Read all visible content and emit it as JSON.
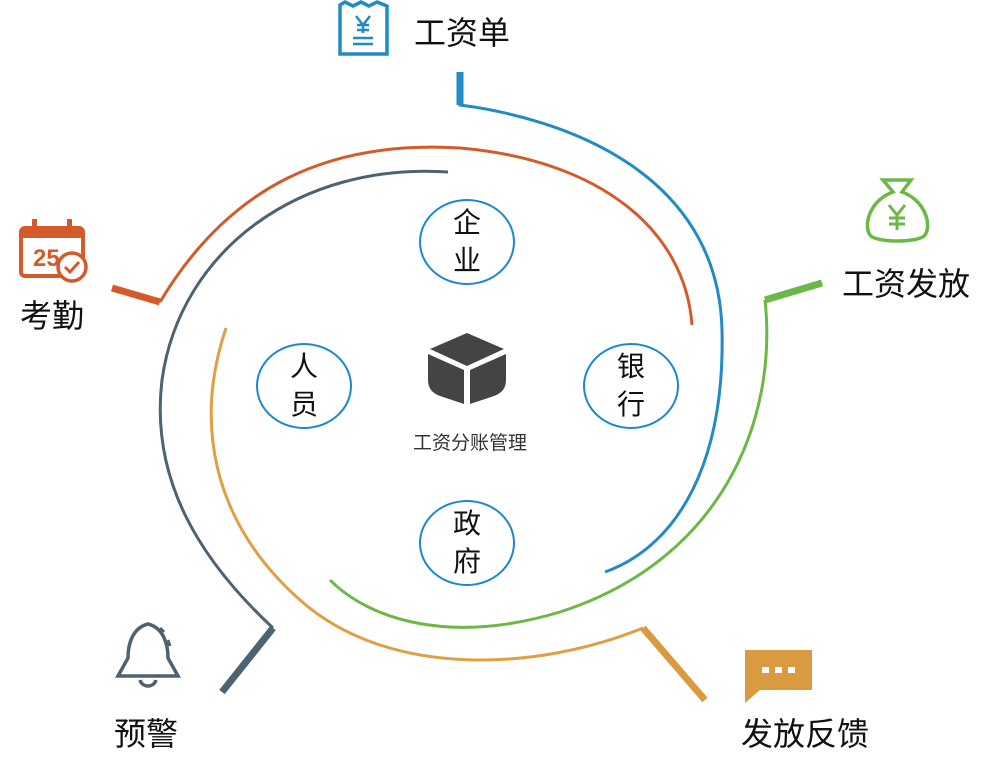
{
  "center": {
    "title": "工资分账管理",
    "icon": "cube-icon"
  },
  "nodes": [
    {
      "line1": "企",
      "line2": "业"
    },
    {
      "line1": "人",
      "line2": "员"
    },
    {
      "line1": "银",
      "line2": "行"
    },
    {
      "line1": "政",
      "line2": "府"
    }
  ],
  "outer": [
    {
      "label": "工资单",
      "icon": "receipt-yen-icon",
      "color": "#228ac4"
    },
    {
      "label": "工资发放",
      "icon": "money-bag-icon",
      "color": "#6bb846"
    },
    {
      "label": "考勤",
      "icon": "calendar-check-icon",
      "color": "#d35a2a"
    },
    {
      "label": "预警",
      "icon": "bell-icon",
      "color": "#4d6371"
    },
    {
      "label": "发放反馈",
      "icon": "chat-bubble-icon",
      "color": "#d99a40"
    }
  ]
}
